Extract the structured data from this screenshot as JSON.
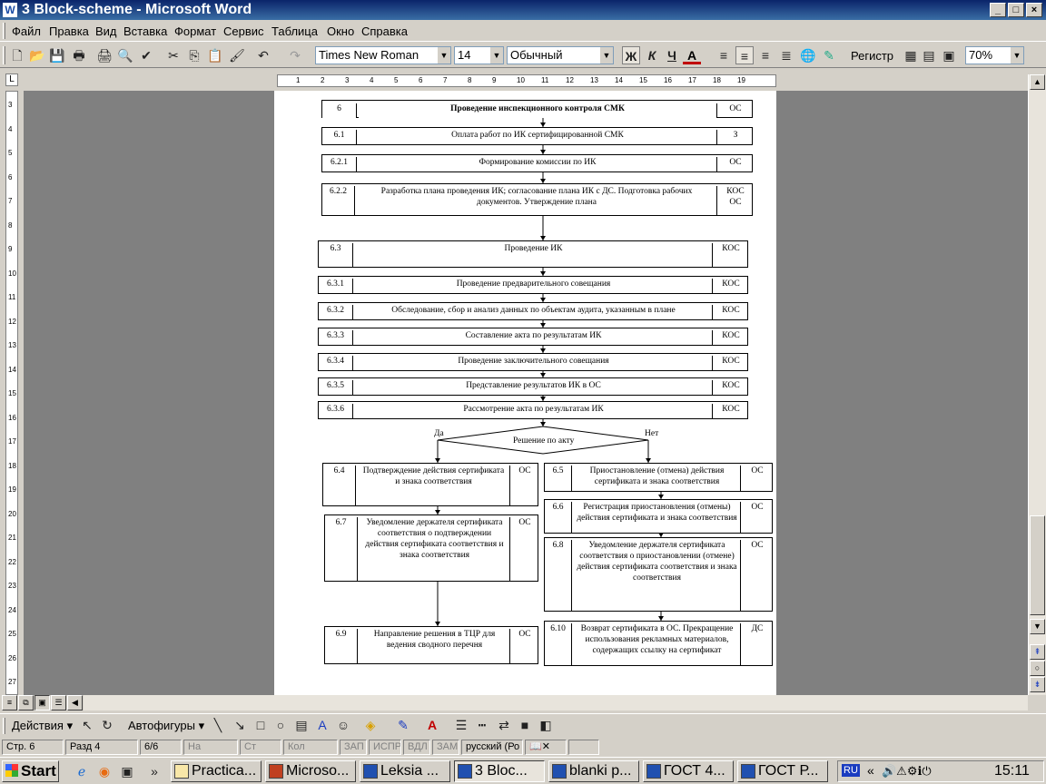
{
  "window": {
    "title": "3 Block-scheme - Microsoft Word",
    "icon": "word-icon",
    "controls": {
      "minimize": "_",
      "maximize": "□",
      "close": "×"
    }
  },
  "menu": [
    "Файл",
    "Правка",
    "Вид",
    "Вставка",
    "Формат",
    "Сервис",
    "Таблица",
    "Окно",
    "Справка"
  ],
  "toolbar": {
    "font": "Times New Roman",
    "size": "14",
    "style": "Обычный",
    "bold": "Ж",
    "italic": "К",
    "underline": "Ч",
    "font_color": "A",
    "register": "Регистр",
    "zoom": "70%"
  },
  "ruler": {
    "h": [
      "1",
      "2",
      "3",
      "4",
      "5",
      "6",
      "7",
      "8",
      "9",
      "10",
      "11",
      "12",
      "13",
      "14",
      "15",
      "16",
      "17",
      "18",
      "19"
    ],
    "v": [
      "3",
      "4",
      "5",
      "6",
      "7",
      "8",
      "9",
      "10",
      "11",
      "12",
      "13",
      "14",
      "15",
      "16",
      "17",
      "18",
      "19",
      "20",
      "21",
      "22",
      "23",
      "24",
      "25",
      "26",
      "27"
    ]
  },
  "diagram": {
    "rows": [
      {
        "num": "6",
        "text": "Проведение инспекционного контроля СМК",
        "who": "ОС",
        "bold": true
      },
      {
        "num": "6.1",
        "text": "Оплата работ по ИК сертифицированной СМК",
        "who": "З"
      },
      {
        "num": "6.2.1",
        "text": "Формирование комиссии по ИК",
        "who": "ОС"
      },
      {
        "num": "6.2.2",
        "text": "Разработка плана проведения ИК; согласование плана ИК с ДС. Подготовка рабочих документов. Утверждение плана",
        "who": "КОС ОС"
      },
      {
        "num": "6.3",
        "text": "Проведение ИК",
        "who": "КОС"
      },
      {
        "num": "6.3.1",
        "text": "Проведение предварительного совещания",
        "who": "КОС"
      },
      {
        "num": "6.3.2",
        "text": "Обследование, сбор и анализ данных по объектам аудита, указанным в плане",
        "who": "КОС"
      },
      {
        "num": "6.3.3",
        "text": "Составление акта по результатам ИК",
        "who": "КОС"
      },
      {
        "num": "6.3.4",
        "text": "Проведение заключительного совещания",
        "who": "КОС"
      },
      {
        "num": "6.3.5",
        "text": "Представление результатов ИК в ОС",
        "who": "КОС"
      },
      {
        "num": "6.3.6",
        "text": "Рассмотрение акта по результатам ИК",
        "who": "КОС"
      }
    ],
    "decision": {
      "text": "Решение по акту",
      "yes": "Да",
      "no": "Нет"
    },
    "left": [
      {
        "num": "6.4",
        "text": "Подтверждение действия сертификата и знака соответствия",
        "who": "ОС"
      },
      {
        "num": "6.7",
        "text": "Уведомление держателя сертификата соответствия о подтверждении действия сертификата соответствия и знака соответствия",
        "who": "ОС"
      },
      {
        "num": "6.9",
        "text": "Направление решения в ТЦР для ведения сводного перечня",
        "who": "ОС"
      }
    ],
    "right": [
      {
        "num": "6.5",
        "text": "Приостановление (отмена) действия сертификата и знака соответствия",
        "who": "ОС"
      },
      {
        "num": "6.6",
        "text": "Регистрация приостановления (отмены) действия сертификата и знака соответствия",
        "who": "ОС"
      },
      {
        "num": "6.8",
        "text": "Уведомление держателя сертификата соответствия о приостановлении (отмене) действия сертификата соответствия и знака соответствия",
        "who": "ОС"
      },
      {
        "num": "6.10",
        "text": "Возврат сертификата в ОС. Прекращение использования рекламных материалов, содержащих ссылку на сертификат",
        "who": "ДС"
      }
    ]
  },
  "drawing": {
    "actions": "Действия",
    "autoshapes": "Автофигуры"
  },
  "status": {
    "page": "Стр. 6",
    "section": "Разд 4",
    "pages": "6/6",
    "at": "На",
    "line": "Ст",
    "col": "Кол",
    "rec": "ЗАП",
    "trk": "ИСПР",
    "ext": "ВДЛ",
    "ovr": "ЗАМ",
    "lang": "русский (Ро"
  },
  "taskbar": {
    "start": "Start",
    "tasks": [
      "Practica...",
      "Microso...",
      "Leksia ...",
      "3 Bloc...",
      "blanki p...",
      "ГОСТ 4...",
      "ГОСТ Р..."
    ],
    "lang": "RU",
    "clock": "15:11"
  }
}
